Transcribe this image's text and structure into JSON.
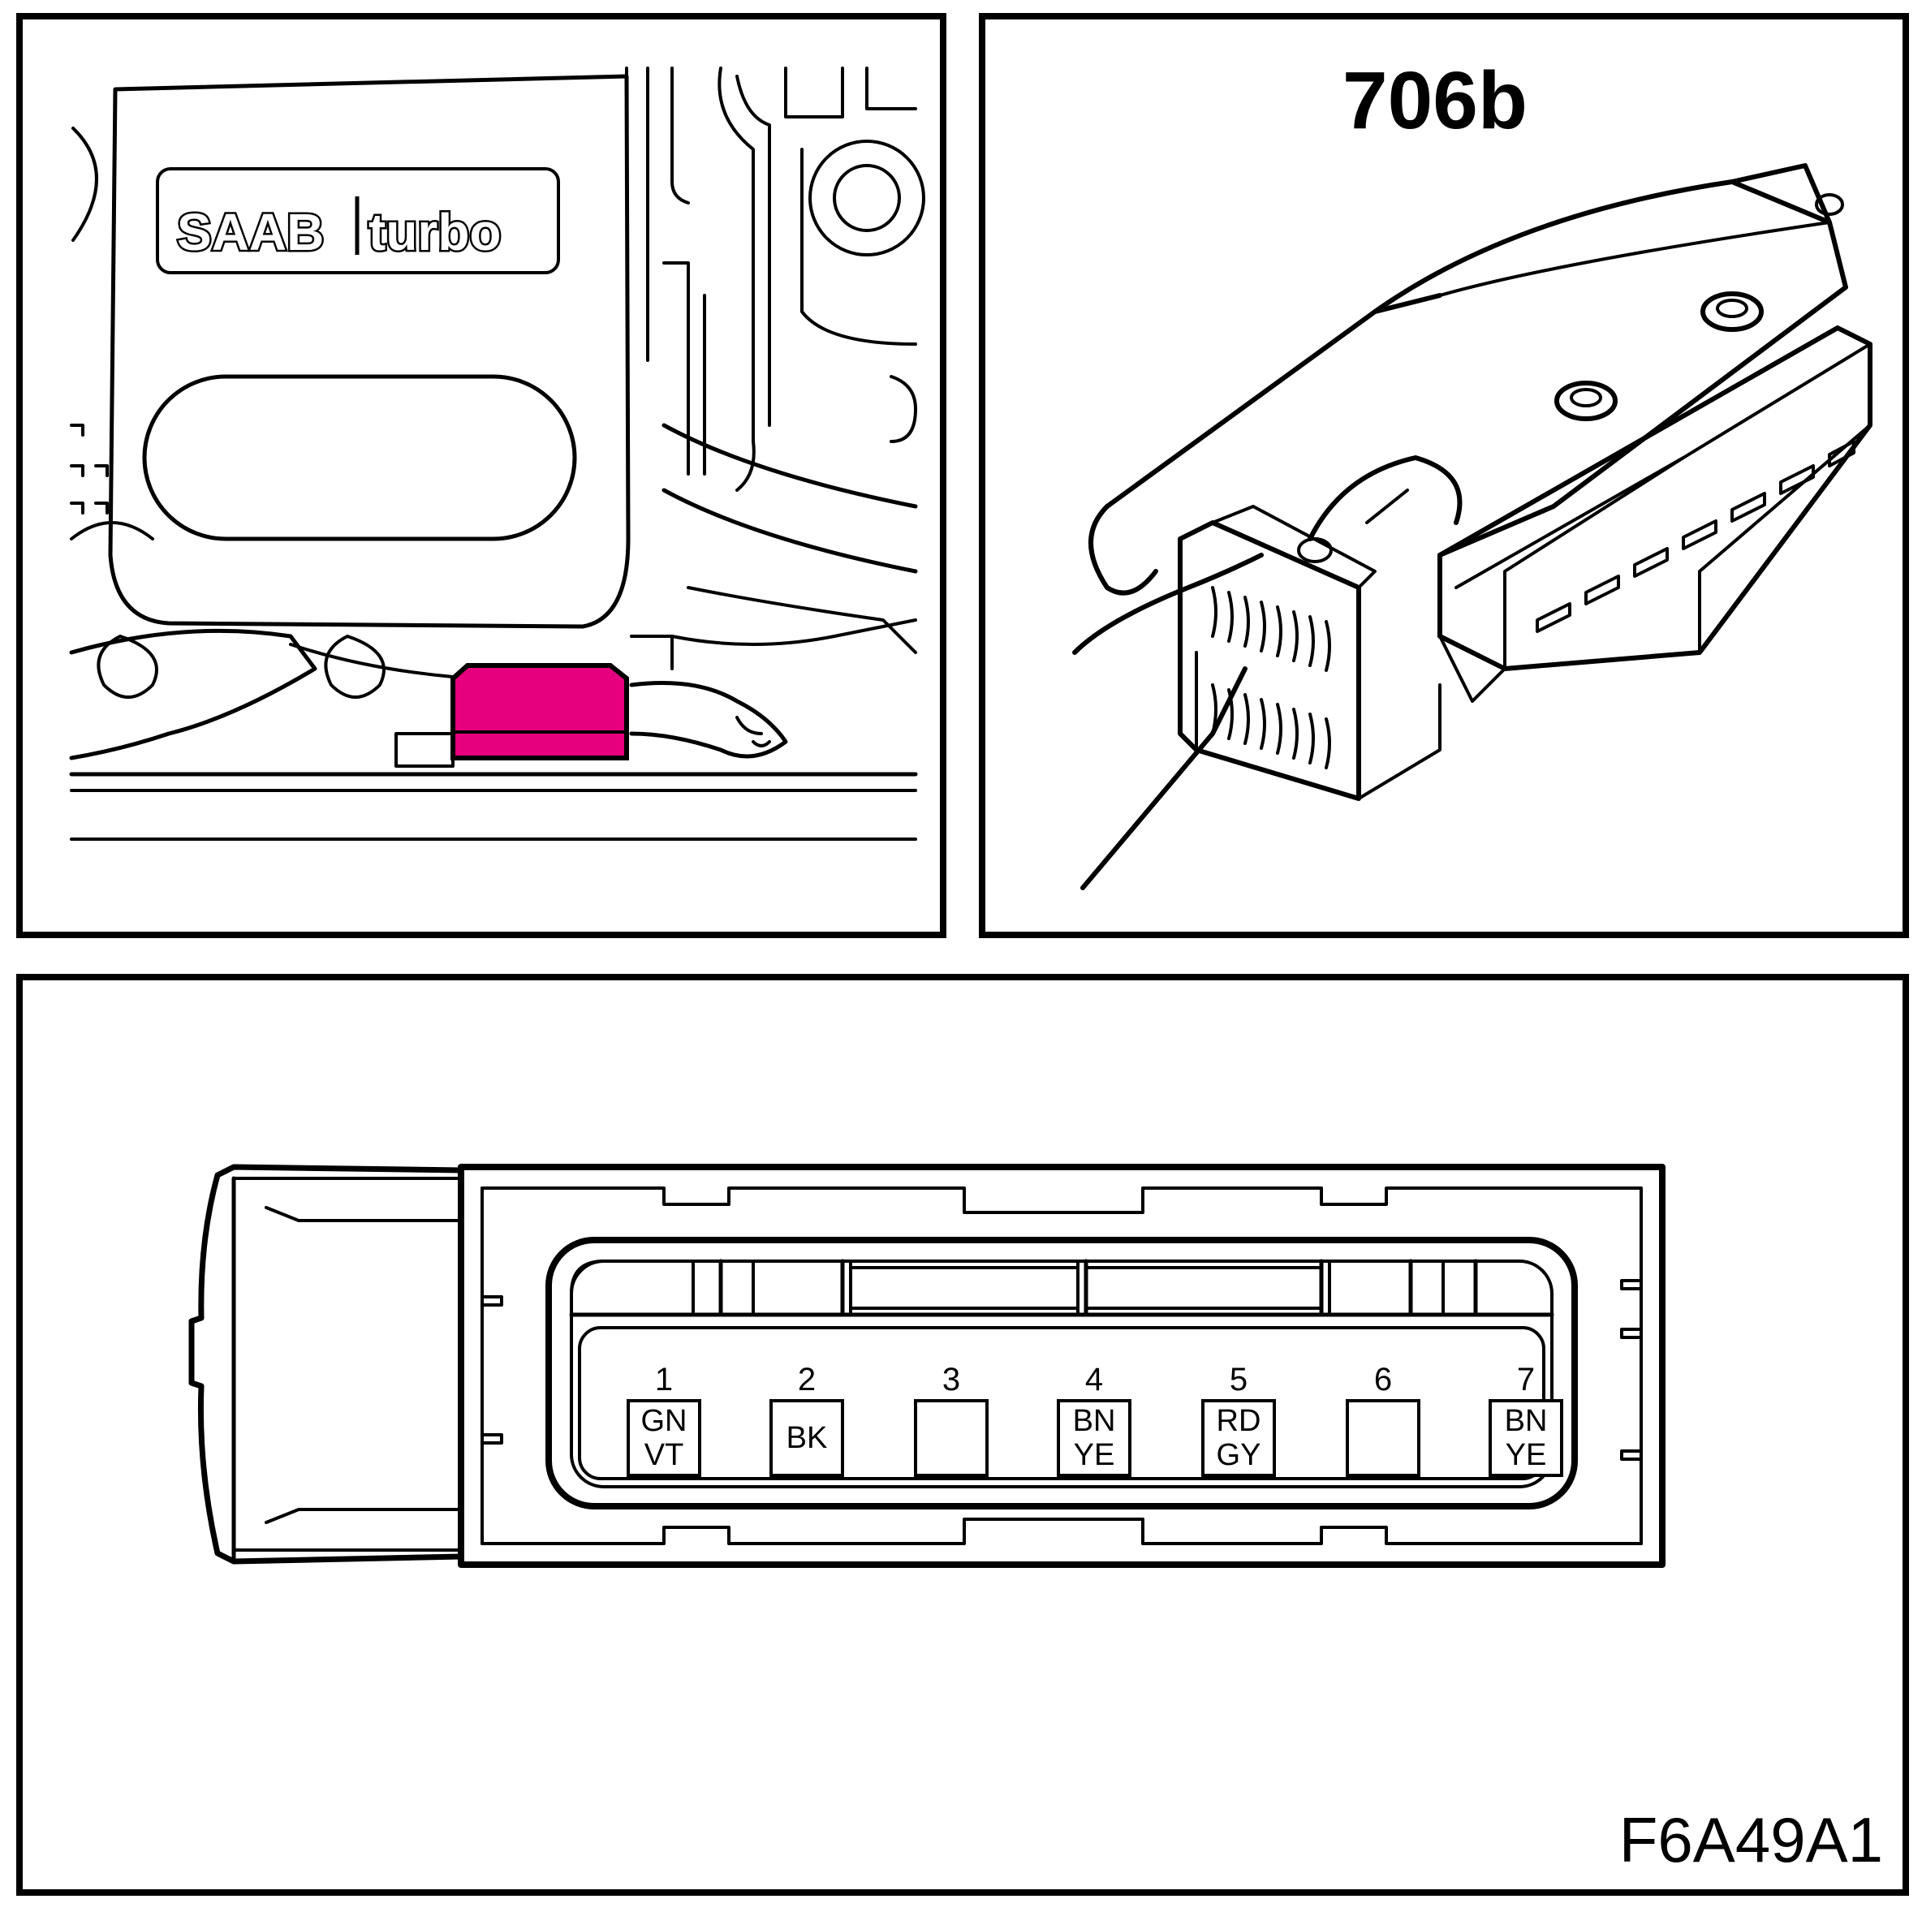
{
  "engine_view": {
    "logo_brand": "SAAB",
    "logo_model": "turbo",
    "highlight_color": "#e6007e"
  },
  "connector_view": {
    "connector_id": "706b"
  },
  "pinout": {
    "pins": [
      {
        "number": "1",
        "colors": [
          "GN",
          "VT"
        ]
      },
      {
        "number": "2",
        "colors": [
          "BK"
        ]
      },
      {
        "number": "3",
        "colors": []
      },
      {
        "number": "4",
        "colors": [
          "BN",
          "YE"
        ]
      },
      {
        "number": "5",
        "colors": [
          "RD",
          "GY"
        ]
      },
      {
        "number": "6",
        "colors": []
      },
      {
        "number": "7",
        "colors": [
          "BN",
          "YE"
        ]
      }
    ]
  },
  "figure_code": "F6A49A1"
}
